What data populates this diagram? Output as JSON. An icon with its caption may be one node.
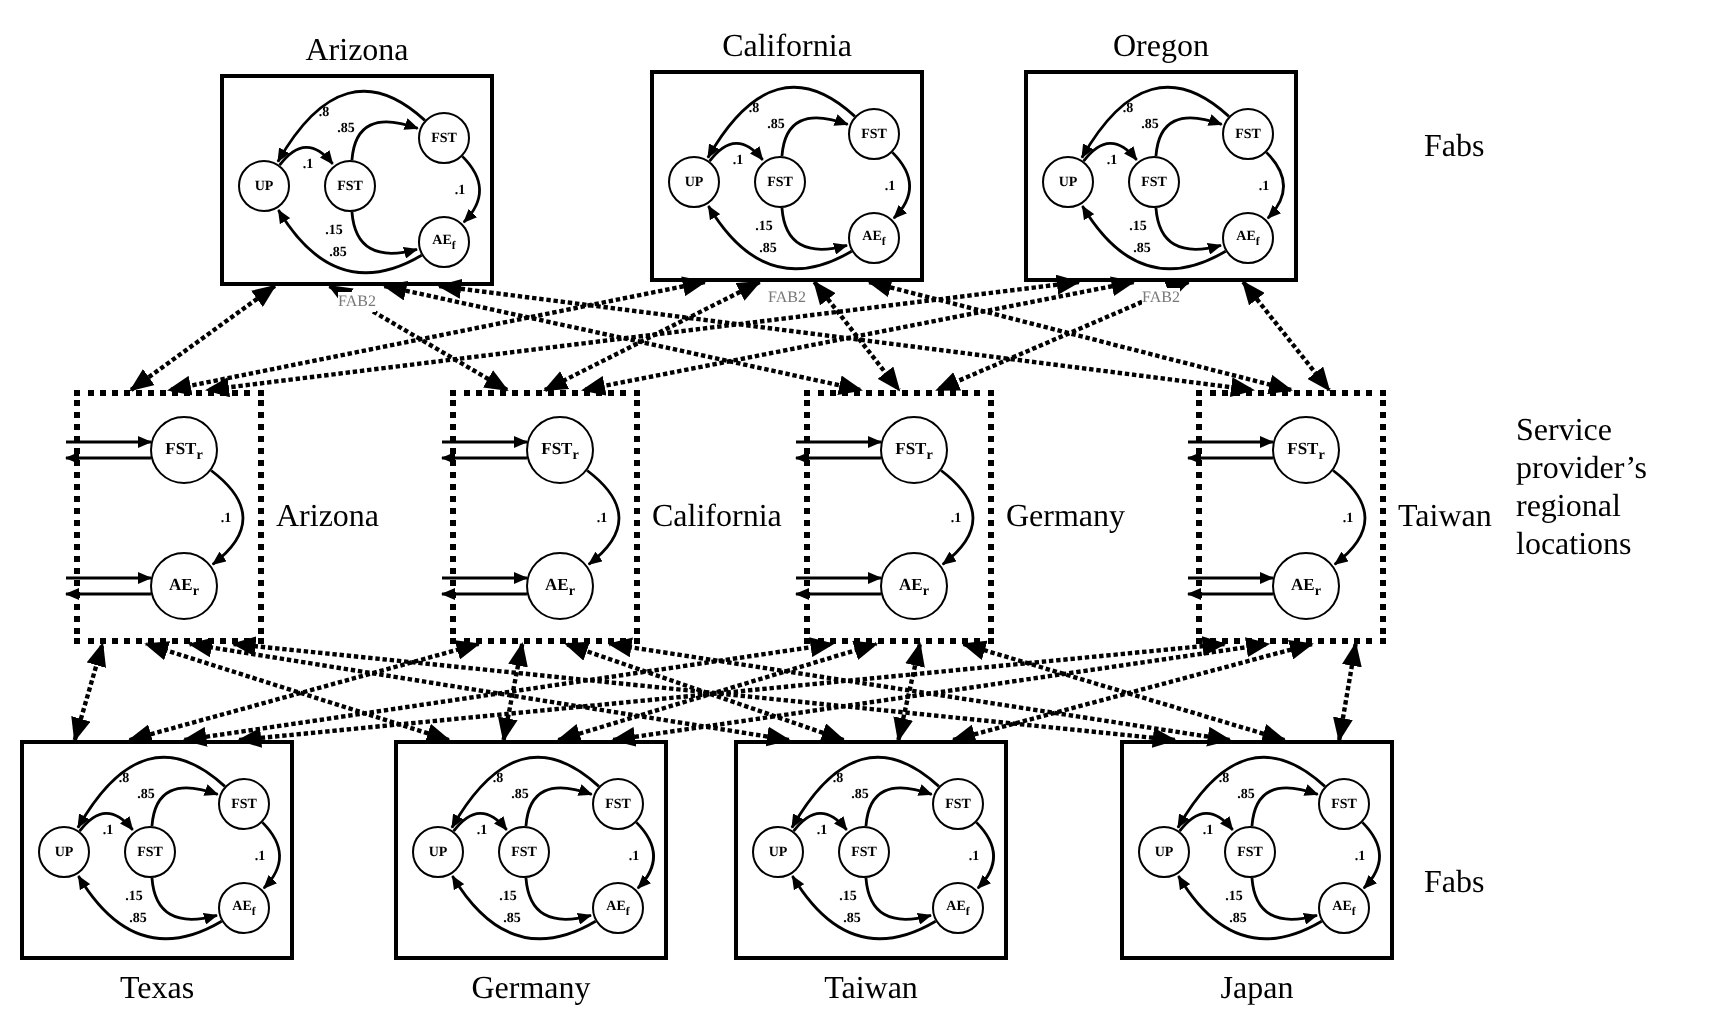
{
  "diagram": {
    "nodes": [
      {
        "text": [
          "Arizona"
        ],
        "beside": [
          "FAB2"
        ]
      },
      {
        "text": [
          "UP"
        ],
        "in": 0
      },
      {
        "text": [
          "FST"
        ],
        "in": 0
      },
      {
        "text": [
          "FST"
        ],
        "in": 0
      },
      {
        "text": [
          "AE$_{f}$"
        ],
        "in": 0
      },
      {
        "text": [
          "California"
        ],
        "beside": [
          "FAB2"
        ]
      },
      {
        "text": [
          "UP"
        ],
        "in": 5
      },
      {
        "text": [
          "FST"
        ],
        "in": 5
      },
      {
        "text": [
          "FST"
        ],
        "in": 5
      },
      {
        "text": [
          "AE$_{f}$"
        ],
        "in": 5
      },
      {
        "text": [
          "Oregon"
        ],
        "beside": [
          "FAB2"
        ]
      },
      {
        "text": [
          "UP"
        ],
        "in": 10
      },
      {
        "text": [
          "FST"
        ],
        "in": 10
      },
      {
        "text": [
          "FST"
        ],
        "in": 10
      },
      {
        "text": [
          "AE$_{f}$"
        ],
        "in": 10
      },
      {
        "text": [
          "Arizona"
        ]
      },
      {
        "text": [
          "FST$_{r}$"
        ],
        "in": 15
      },
      {
        "text": [
          "AE$_{r}$"
        ],
        "in": 15
      },
      {
        "text": [
          "California"
        ]
      },
      {
        "text": [
          "FST$_{r}$"
        ],
        "in": 18
      },
      {
        "text": [
          "AE$_{r}$"
        ],
        "in": 18
      },
      {
        "text": [
          "Germany"
        ]
      },
      {
        "text": [
          "FST$_{r}$"
        ],
        "in": 21
      },
      {
        "text": [
          "AE$_{r}$"
        ],
        "in": 21
      },
      {
        "text": [
          "Taiwan"
        ]
      },
      {
        "text": [
          "FST$_{r}$"
        ],
        "in": 24
      },
      {
        "text": [
          "AE$_{r}$"
        ],
        "in": 24
      },
      {
        "text": [
          "Texas"
        ]
      },
      {
        "text": [
          "UP"
        ],
        "in": 27
      },
      {
        "text": [
          "FST"
        ],
        "in": 27
      },
      {
        "text": [
          "FST"
        ],
        "in": 27
      },
      {
        "text": [
          "AE$_{f}$"
        ],
        "in": 27
      },
      {
        "text": [
          "Germany"
        ]
      },
      {
        "text": [
          "UP"
        ],
        "in": 32
      },
      {
        "text": [
          "FST"
        ],
        "in": 32
      },
      {
        "text": [
          "FST"
        ],
        "in": 32
      },
      {
        "text": [
          "AE$_{f}$"
        ],
        "in": 32
      },
      {
        "text": [
          "Taiwan"
        ]
      },
      {
        "text": [
          "UP"
        ],
        "in": 37
      },
      {
        "text": [
          "FST"
        ],
        "in": 37
      },
      {
        "text": [
          "FST"
        ],
        "in": 37
      },
      {
        "text": [
          "AE$_{f}$"
        ],
        "in": 37
      },
      {
        "text": [
          "Japan"
        ]
      },
      {
        "text": [
          "UP"
        ],
        "in": 42
      },
      {
        "text": [
          "FST"
        ],
        "in": 42
      },
      {
        "text": [
          "FST"
        ],
        "in": 42
      },
      {
        "text": [
          "AE$_{f}$"
        ],
        "in": 42
      }
    ],
    "edges": [
      {
        "from": 1,
        "to": 2,
        "arrow": "to",
        "label": ".1"
      },
      {
        "from": 2,
        "to": 3,
        "arrow": "to",
        "label": ".85"
      },
      {
        "from": 3,
        "to": 1,
        "arrow": "to",
        "label": ".8"
      },
      {
        "from": 3,
        "to": 4,
        "arrow": "to",
        "label": ".1"
      },
      {
        "from": 2,
        "to": 4,
        "arrow": "to",
        "label": ".15"
      },
      {
        "from": 4,
        "to": 1,
        "arrow": "to",
        "label": ".85"
      },
      {
        "from": 6,
        "to": 7,
        "arrow": "to",
        "label": ".1"
      },
      {
        "from": 7,
        "to": 8,
        "arrow": "to",
        "label": ".85"
      },
      {
        "from": 8,
        "to": 6,
        "arrow": "to",
        "label": ".8"
      },
      {
        "from": 8,
        "to": 9,
        "arrow": "to",
        "label": ".1"
      },
      {
        "from": 7,
        "to": 9,
        "arrow": "to",
        "label": ".15"
      },
      {
        "from": 9,
        "to": 6,
        "arrow": "to",
        "label": ".85"
      },
      {
        "from": 11,
        "to": 12,
        "arrow": "to",
        "label": ".1"
      },
      {
        "from": 12,
        "to": 13,
        "arrow": "to",
        "label": ".85"
      },
      {
        "from": 13,
        "to": 11,
        "arrow": "to",
        "label": ".8"
      },
      {
        "from": 13,
        "to": 14,
        "arrow": "to",
        "label": ".1"
      },
      {
        "from": 12,
        "to": 14,
        "arrow": "to",
        "label": ".15"
      },
      {
        "from": 14,
        "to": 11,
        "arrow": "to",
        "label": ".85"
      },
      {
        "from": 16,
        "to": 17,
        "arrow": "to",
        "label": ".1"
      },
      {
        "from": null,
        "to": 16,
        "arrow": "to"
      },
      {
        "from": 16,
        "to": null,
        "arrow": "to"
      },
      {
        "from": null,
        "to": 17,
        "arrow": "to"
      },
      {
        "from": 17,
        "to": null,
        "arrow": "to"
      },
      {
        "from": 19,
        "to": 20,
        "arrow": "to",
        "label": ".1"
      },
      {
        "from": null,
        "to": 19,
        "arrow": "to"
      },
      {
        "from": 19,
        "to": null,
        "arrow": "to"
      },
      {
        "from": null,
        "to": 20,
        "arrow": "to"
      },
      {
        "from": 20,
        "to": null,
        "arrow": "to"
      },
      {
        "from": 22,
        "to": 23,
        "arrow": "to",
        "label": ".1"
      },
      {
        "from": null,
        "to": 22,
        "arrow": "to"
      },
      {
        "from": 22,
        "to": null,
        "arrow": "to"
      },
      {
        "from": null,
        "to": 23,
        "arrow": "to"
      },
      {
        "from": 23,
        "to": null,
        "arrow": "to"
      },
      {
        "from": 25,
        "to": 26,
        "arrow": "to",
        "label": ".1"
      },
      {
        "from": null,
        "to": 25,
        "arrow": "to"
      },
      {
        "from": 25,
        "to": null,
        "arrow": "to"
      },
      {
        "from": null,
        "to": 26,
        "arrow": "to"
      },
      {
        "from": 26,
        "to": null,
        "arrow": "to"
      },
      {
        "from": 28,
        "to": 29,
        "arrow": "to",
        "label": ".1"
      },
      {
        "from": 29,
        "to": 30,
        "arrow": "to",
        "label": ".85"
      },
      {
        "from": 30,
        "to": 28,
        "arrow": "to",
        "label": ".8"
      },
      {
        "from": 30,
        "to": 31,
        "arrow": "to",
        "label": ".1"
      },
      {
        "from": 29,
        "to": 31,
        "arrow": "to",
        "label": ".15"
      },
      {
        "from": 31,
        "to": 28,
        "arrow": "to",
        "label": ".85"
      },
      {
        "from": 33,
        "to": 34,
        "arrow": "to",
        "label": ".1"
      },
      {
        "from": 34,
        "to": 35,
        "arrow": "to",
        "label": ".85"
      },
      {
        "from": 35,
        "to": 33,
        "arrow": "to",
        "label": ".8"
      },
      {
        "from": 35,
        "to": 36,
        "arrow": "to",
        "label": ".1"
      },
      {
        "from": 34,
        "to": 36,
        "arrow": "to",
        "label": ".15"
      },
      {
        "from": 36,
        "to": 33,
        "arrow": "to",
        "label": ".85"
      },
      {
        "from": 38,
        "to": 39,
        "arrow": "to",
        "label": ".1"
      },
      {
        "from": 39,
        "to": 40,
        "arrow": "to",
        "label": ".85"
      },
      {
        "from": 40,
        "to": 38,
        "arrow": "to",
        "label": ".8"
      },
      {
        "from": 40,
        "to": 41,
        "arrow": "to",
        "label": ".1"
      },
      {
        "from": 39,
        "to": 41,
        "arrow": "to",
        "label": ".15"
      },
      {
        "from": 41,
        "to": 38,
        "arrow": "to",
        "label": ".85"
      },
      {
        "from": 43,
        "to": 44,
        "arrow": "to",
        "label": ".1"
      },
      {
        "from": 44,
        "to": 45,
        "arrow": "to",
        "label": ".85"
      },
      {
        "from": 45,
        "to": 43,
        "arrow": "to",
        "label": ".8"
      },
      {
        "from": 45,
        "to": 46,
        "arrow": "to",
        "label": ".1"
      },
      {
        "from": 44,
        "to": 46,
        "arrow": "to",
        "label": ".15"
      },
      {
        "from": 46,
        "to": 43,
        "arrow": "to",
        "label": ".85"
      },
      {
        "from": 0,
        "to": 15,
        "arrow": "both",
        "style": "dashed"
      },
      {
        "from": 0,
        "to": 18,
        "arrow": "both",
        "style": "dashed"
      },
      {
        "from": 0,
        "to": 21,
        "arrow": "both",
        "style": "dashed"
      },
      {
        "from": 0,
        "to": 24,
        "arrow": "both",
        "style": "dashed"
      },
      {
        "from": 5,
        "to": 15,
        "arrow": "both",
        "style": "dashed"
      },
      {
        "from": 5,
        "to": 18,
        "arrow": "both",
        "style": "dashed"
      },
      {
        "from": 5,
        "to": 21,
        "arrow": "both",
        "style": "dashed"
      },
      {
        "from": 5,
        "to": 24,
        "arrow": "both",
        "style": "dashed"
      },
      {
        "from": 10,
        "to": 15,
        "arrow": "both",
        "style": "dashed"
      },
      {
        "from": 10,
        "to": 18,
        "arrow": "both",
        "style": "dashed"
      },
      {
        "from": 10,
        "to": 21,
        "arrow": "both",
        "style": "dashed"
      },
      {
        "from": 10,
        "to": 24,
        "arrow": "both",
        "style": "dashed"
      },
      {
        "from": 27,
        "to": 15,
        "arrow": "both",
        "style": "dashed"
      },
      {
        "from": 27,
        "to": 18,
        "arrow": "both",
        "style": "dashed"
      },
      {
        "from": 27,
        "to": 21,
        "arrow": "both",
        "style": "dashed"
      },
      {
        "from": 27,
        "to": 24,
        "arrow": "both",
        "style": "dashed"
      },
      {
        "from": 32,
        "to": 15,
        "arrow": "both",
        "style": "dashed"
      },
      {
        "from": 32,
        "to": 18,
        "arrow": "both",
        "style": "dashed"
      },
      {
        "from": 32,
        "to": 21,
        "arrow": "both",
        "style": "dashed"
      },
      {
        "from": 32,
        "to": 24,
        "arrow": "both",
        "style": "dashed"
      },
      {
        "from": 37,
        "to": 15,
        "arrow": "both",
        "style": "dashed"
      },
      {
        "from": 37,
        "to": 18,
        "arrow": "both",
        "style": "dashed"
      },
      {
        "from": 37,
        "to": 21,
        "arrow": "both",
        "style": "dashed"
      },
      {
        "from": 37,
        "to": 24,
        "arrow": "both",
        "style": "dashed"
      },
      {
        "from": 42,
        "to": 15,
        "arrow": "both",
        "style": "dashed"
      },
      {
        "from": 42,
        "to": 18,
        "arrow": "both",
        "style": "dashed"
      },
      {
        "from": 42,
        "to": 21,
        "arrow": "both",
        "style": "dashed"
      },
      {
        "from": 42,
        "to": 24,
        "arrow": "both",
        "style": "dashed"
      }
    ],
    "labels": [
      "Fabs",
      "Service provider’s regional locations",
      "Fabs"
    ]
  }
}
